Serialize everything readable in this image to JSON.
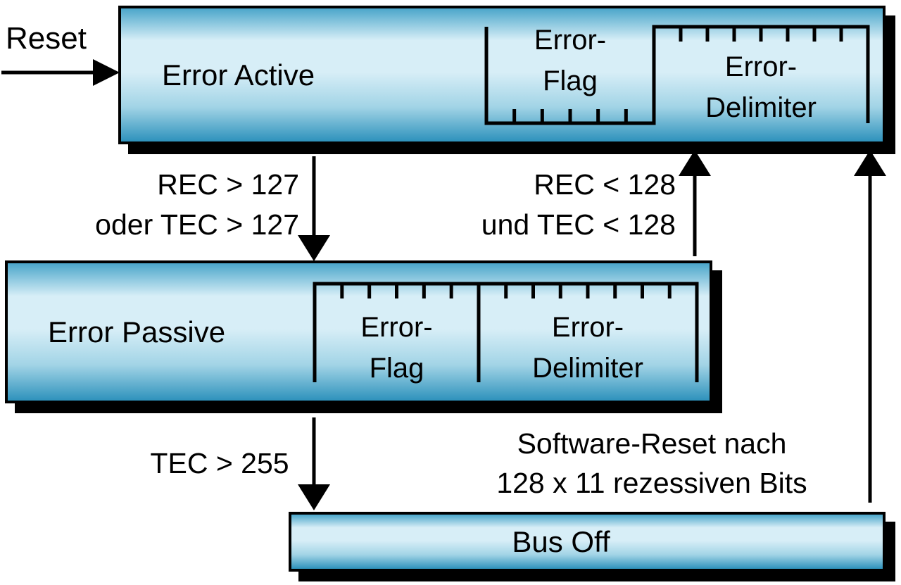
{
  "diagram": {
    "states": {
      "error_active": {
        "label": "Error Active"
      },
      "error_passive": {
        "label": "Error Passive"
      },
      "bus_off": {
        "label": "Bus Off"
      }
    },
    "frame": {
      "flag": {
        "line1": "Error-",
        "line2": "Flag"
      },
      "delimiter": {
        "line1": "Error-",
        "line2": "Delimiter"
      }
    },
    "transitions": {
      "reset": {
        "label": "Reset"
      },
      "active_to_passive": {
        "line1": "REC > 127",
        "line2": "oder TEC > 127"
      },
      "passive_to_active": {
        "line1": "REC < 128",
        "line2": "und TEC < 128"
      },
      "passive_to_bus_off": {
        "label": "TEC > 255"
      },
      "bus_off_to_active": {
        "line1": "Software-Reset nach",
        "line2": "128 x 11 rezessiven Bits"
      }
    },
    "waveform": {
      "error_active": {
        "flag_bits": 6,
        "delimiter_bits": 8
      },
      "error_passive": {
        "flag_bits": 6,
        "delimiter_bits": 8
      }
    },
    "colors": {
      "background": "#ffffff",
      "text": "#000000",
      "outline": "#000000",
      "shadow": "#000000",
      "box_top": "#4BA6CA",
      "box_light": "#D7EEF7",
      "box_mid": "#A2D4E6",
      "box_bottom": "#2E92BC"
    }
  }
}
